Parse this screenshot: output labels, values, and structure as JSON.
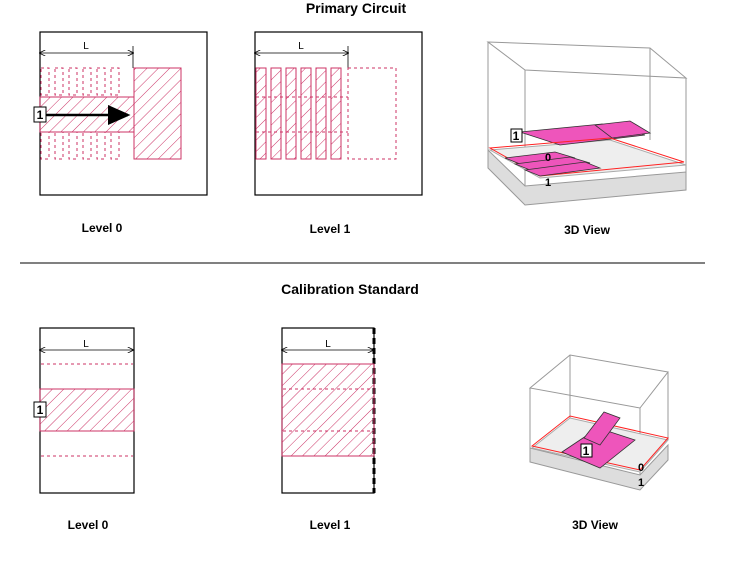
{
  "sections": {
    "primary_title": "Primary Circuit",
    "calibration_title": "Calibration Standard"
  },
  "captions": {
    "level0": "Level 0",
    "level1": "Level 1",
    "view3d": "3D View"
  },
  "dimension_label": "L",
  "port_label": "1",
  "level_labels": {
    "zero": "0",
    "one": "1"
  },
  "colors": {
    "metal_hatch": "#cc3366",
    "metal_fill": "#ee55bb",
    "outline": "#000000",
    "dashed": "#cc3366",
    "box": "#999999",
    "plane": "#ff2222"
  }
}
